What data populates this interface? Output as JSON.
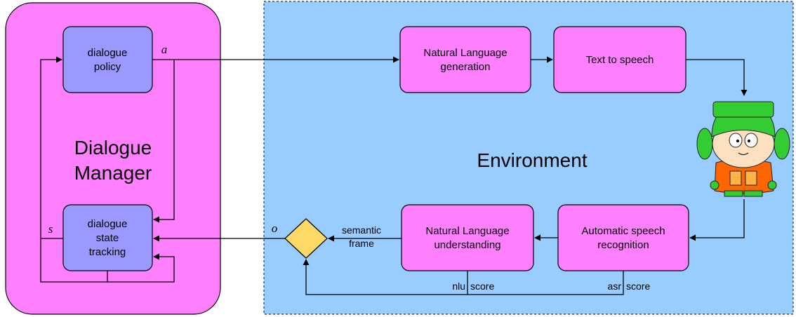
{
  "diagram": {
    "manager": {
      "title_line1": "Dialogue",
      "title_line2": "Manager",
      "policy": {
        "line1": "dialogue",
        "line2": "policy"
      },
      "tracking": {
        "line1": "dialogue",
        "line2": "state",
        "line3": "tracking"
      }
    },
    "environment": {
      "title": "Environment",
      "nlg": {
        "line1": "Natural Language",
        "line2": "generation"
      },
      "tts": {
        "line1": "Text to speech"
      },
      "nlu": {
        "line1": "Natural Language",
        "line2": "understanding"
      },
      "asr": {
        "line1": "Automatic speech",
        "line2": "recognition"
      }
    },
    "labels": {
      "action": "a",
      "state": "s",
      "observation": "o",
      "semantic_line1": "semantic",
      "semantic_line2": "frame",
      "nlu_score_1": "nlu",
      "nlu_score_2": "score",
      "asr_score_1": "asr",
      "asr_score_2": "score"
    },
    "colors": {
      "manager_fill": "#ff80ff",
      "component_fill": "#ff80ff",
      "dm_box_fill": "#9999ff",
      "environment_fill": "#99ccff",
      "decision_fill": "#ffd966",
      "character_hat": "#33cc33",
      "character_jacket": "#ff6600"
    },
    "character_icon": "user-character-icon"
  }
}
